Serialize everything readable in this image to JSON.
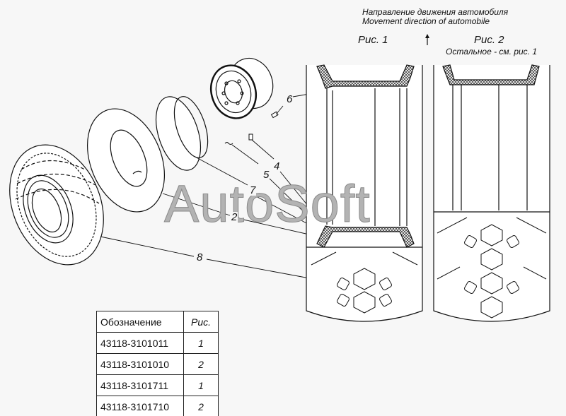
{
  "header": {
    "direction_ru": "Направление движения автомобиля",
    "direction_en": "Movement direction of automobile",
    "arrow_icon": "up-arrow-icon"
  },
  "figures": {
    "fig1_label": "Рис. 1",
    "fig2_label": "Рис. 2",
    "fig2_note": "Остальное - см. рис. 1"
  },
  "watermark": "AutoSoft",
  "callouts": [
    {
      "id": "8",
      "part": "tire"
    },
    {
      "id": "2",
      "part": "inner-tube"
    },
    {
      "id": "7",
      "part": "rim-band"
    },
    {
      "id": "5",
      "part": "valve-clip"
    },
    {
      "id": "4",
      "part": "valve-cap"
    },
    {
      "id": "6",
      "part": "valve"
    }
  ],
  "table": {
    "headers": [
      "Обозначение",
      "Рис."
    ],
    "rows": [
      {
        "designation": "43118-3101011",
        "figure": "1"
      },
      {
        "designation": "43118-3101010",
        "figure": "2"
      },
      {
        "designation": "43118-3101711",
        "figure": "1"
      },
      {
        "designation": "43118-3101710",
        "figure": "2"
      }
    ]
  }
}
